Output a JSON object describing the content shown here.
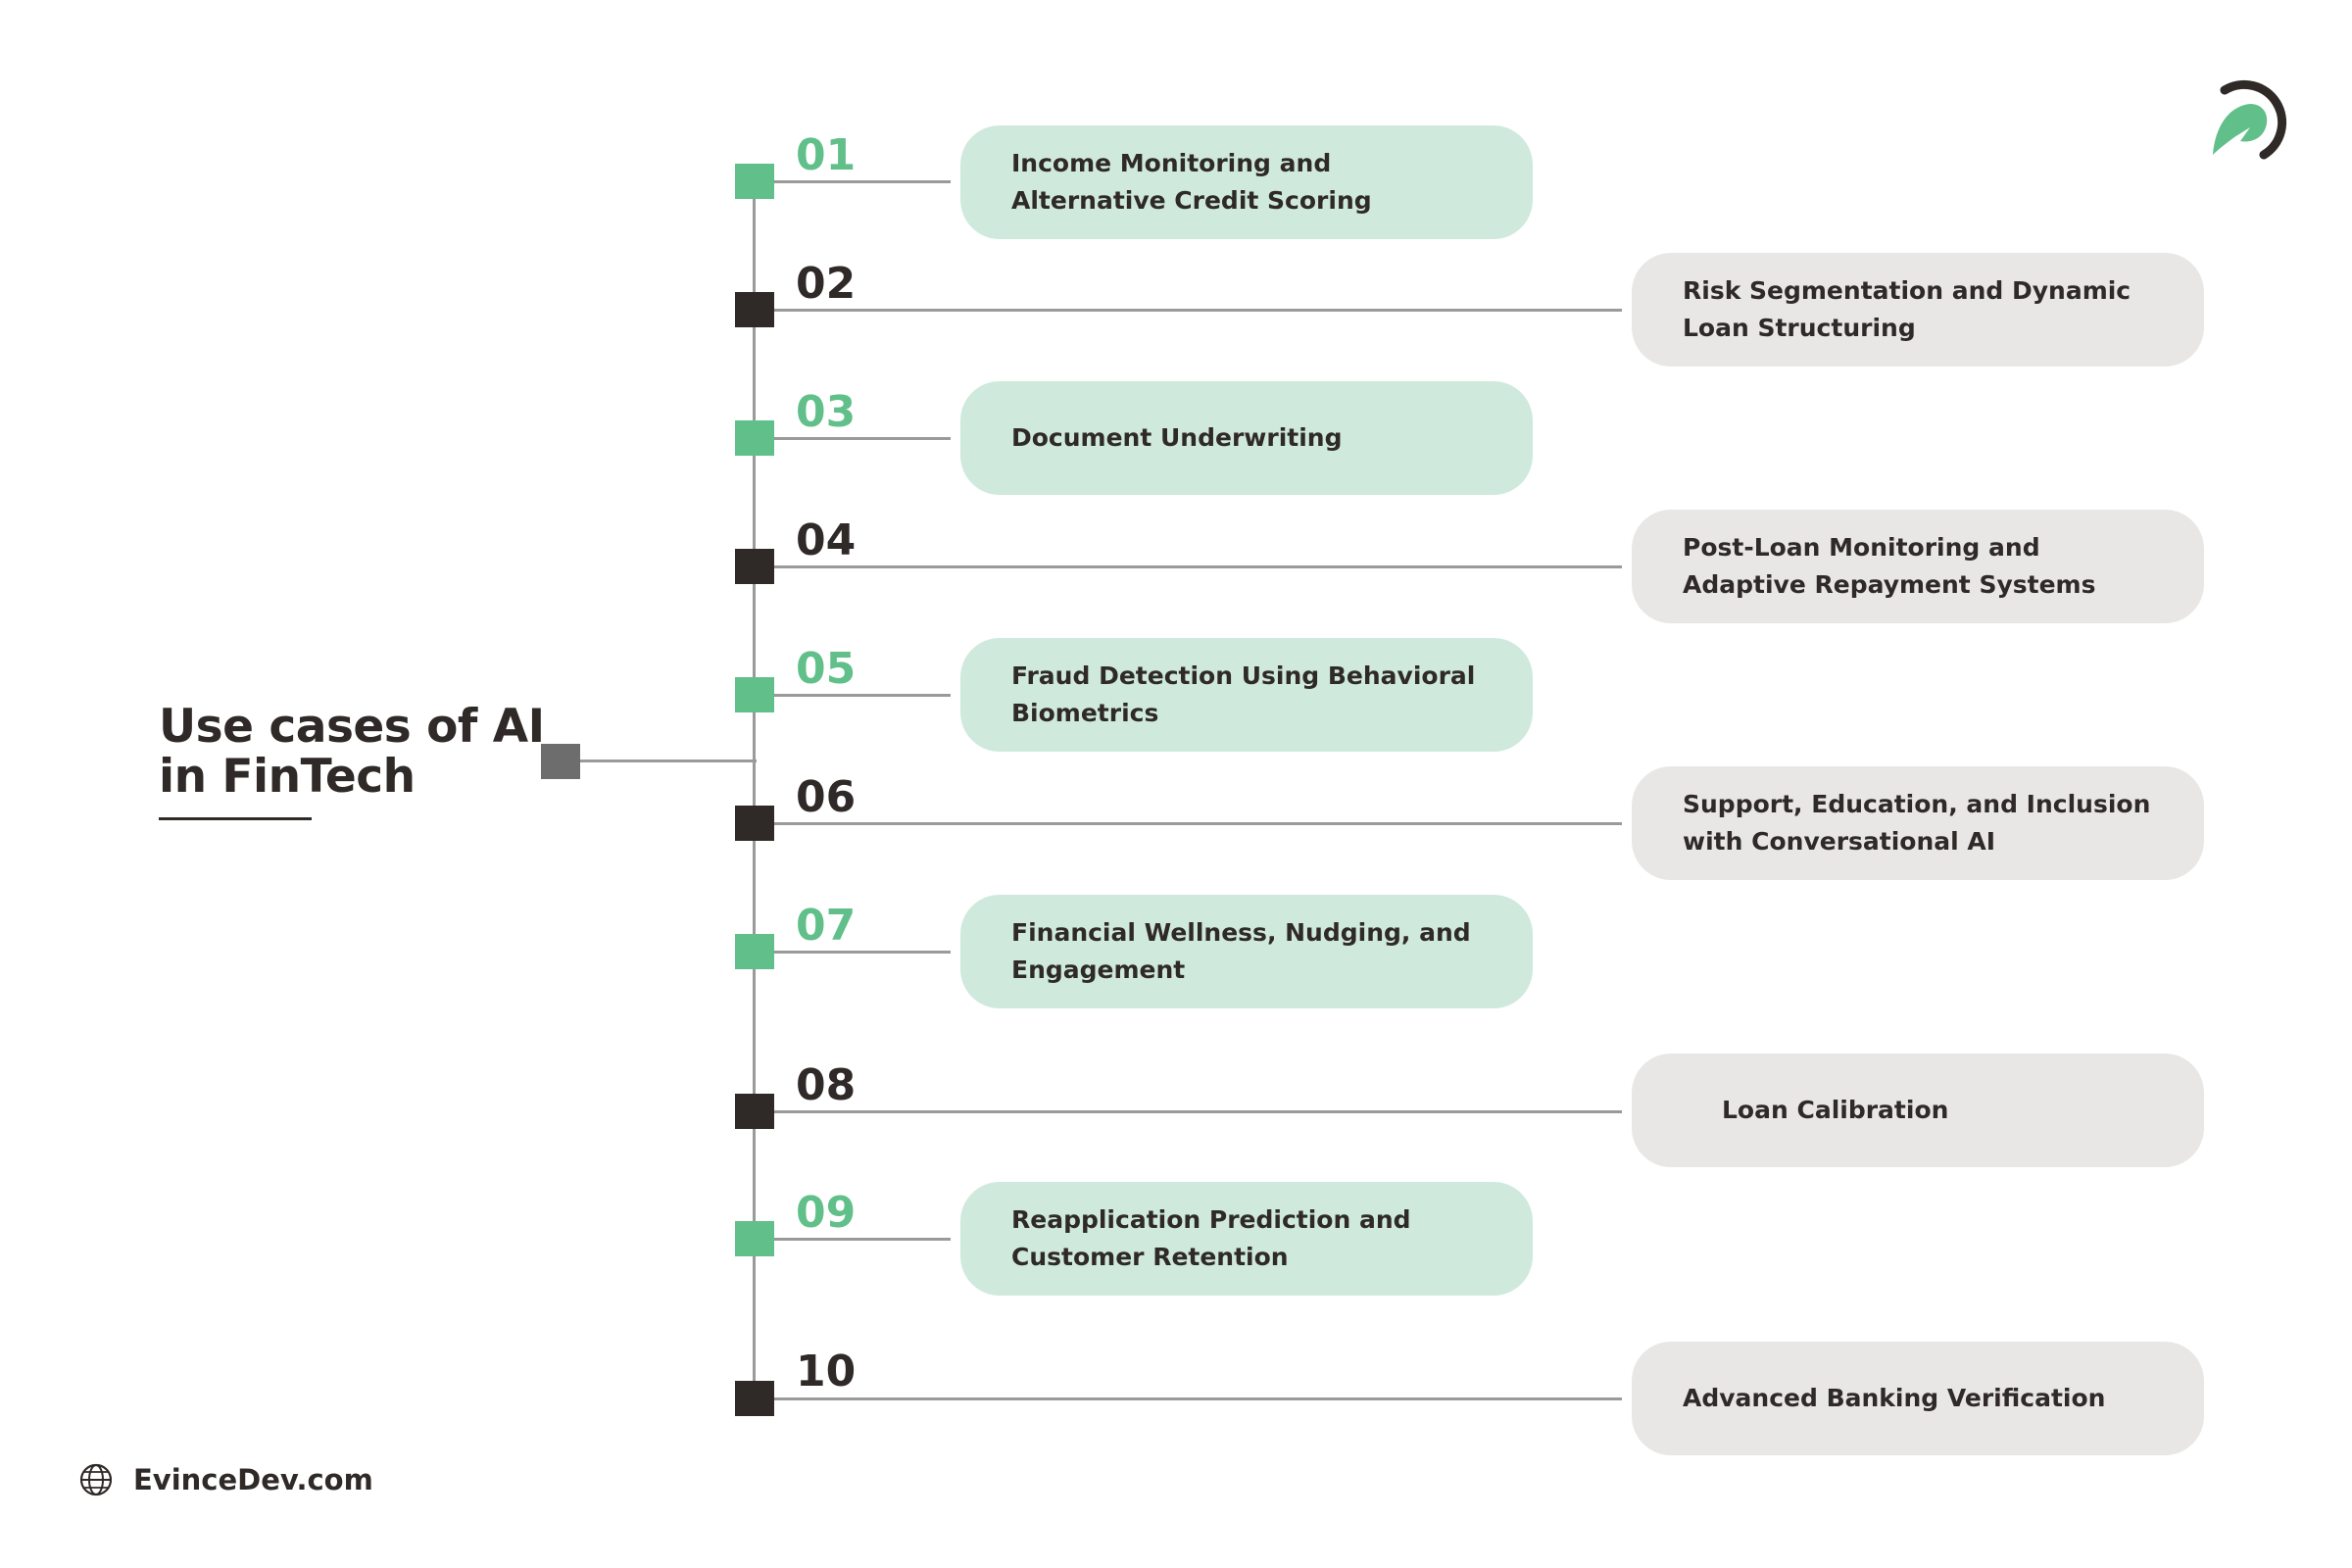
{
  "title_line1": "Use cases of AI",
  "title_line2": "in FinTech",
  "items": [
    {
      "number": "01",
      "label": "Income Monitoring and Alternative Credit Scoring",
      "style": "green"
    },
    {
      "number": "02",
      "label": "Risk Segmentation and Dynamic Loan Structuring",
      "style": "dark"
    },
    {
      "number": "03",
      "label": "Document Underwriting",
      "style": "green"
    },
    {
      "number": "04",
      "label": "Post-Loan Monitoring and Adaptive Repayment Systems",
      "style": "dark"
    },
    {
      "number": "05",
      "label": "Fraud Detection Using Behavioral Biometrics",
      "style": "green"
    },
    {
      "number": "06",
      "label": "Support, Education, and Inclusion with Conversational AI",
      "style": "dark"
    },
    {
      "number": "07",
      "label": "Financial Wellness, Nudging, and Engagement",
      "style": "green"
    },
    {
      "number": "08",
      "label": "Loan Calibration",
      "style": "dark"
    },
    {
      "number": "09",
      "label": "Reapplication Prediction and Customer Retention",
      "style": "green"
    },
    {
      "number": "10",
      "label": "Advanced Banking Verification",
      "style": "dark"
    }
  ],
  "footer": {
    "site": "EvinceDev.com",
    "icon": "globe-icon"
  },
  "logo": {
    "icon": "brand-logo-icon"
  },
  "colors": {
    "accent_green": "#61bf8a",
    "card_green": "#cfeadc",
    "card_grey": "#e8e7e6",
    "dark": "#2f2a28",
    "line": "#9a9a9a"
  }
}
